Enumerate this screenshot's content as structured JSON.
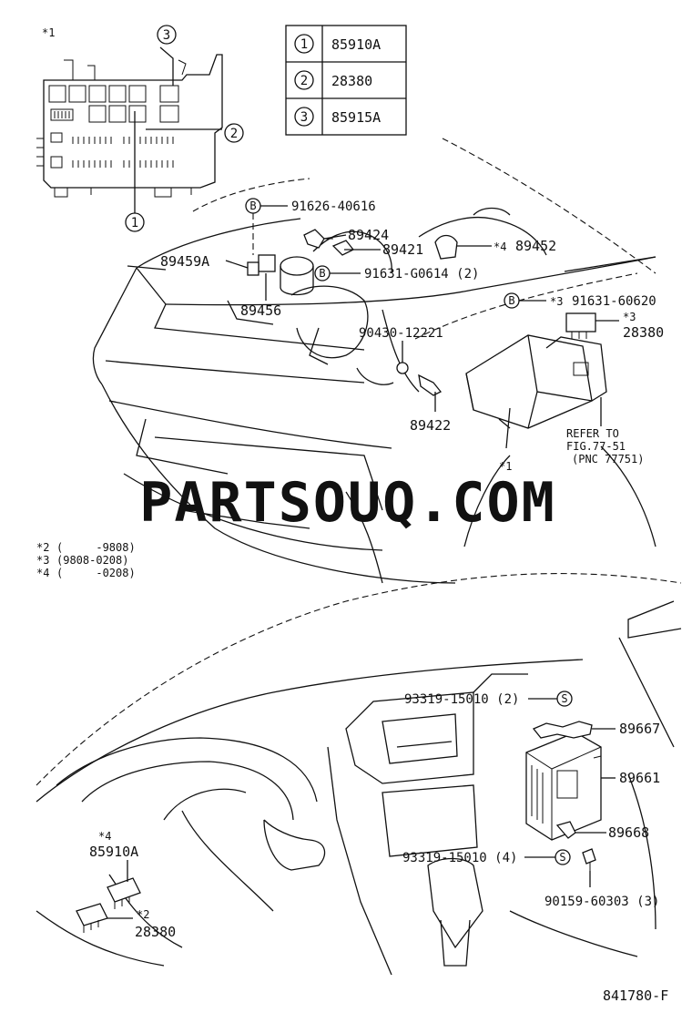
{
  "diagram_code": "841780-F",
  "watermark": "PARTSOUQ.COM",
  "legend": [
    {
      "num": "1",
      "part": "85910A"
    },
    {
      "num": "2",
      "part": "28380"
    },
    {
      "num": "3",
      "part": "85915A"
    }
  ],
  "inset": {
    "star": "*1",
    "callouts": [
      "1",
      "2",
      "3"
    ]
  },
  "notes": [
    {
      "mark": "*2",
      "range": "(     -9808)"
    },
    {
      "mark": "*3",
      "range": "(9808-0208)"
    },
    {
      "mark": "*4",
      "range": "(     -0208)"
    }
  ],
  "labels": {
    "p91626": "91626-40616",
    "p89424": "89424",
    "p89421": "89421",
    "p89452_star": "*4",
    "p89452": "89452",
    "p89459A": "89459A",
    "p91631a": "91631-G0614 (2)",
    "p91631b_star": "*3",
    "p91631b": "91631-60620",
    "p28380_star": "*3",
    "p28380": "28380",
    "p89456": "89456",
    "p90430": "90430-12221",
    "p89422": "89422",
    "refer1": "REFER TO",
    "refer2": "FIG.77-51",
    "refer3": "(PNC 77751)",
    "star1": "*1",
    "p93319a": "93319-15010 (2)",
    "p89667": "89667",
    "p89661": "89661",
    "p89668": "89668",
    "p93319b": "93319-15010 (4)",
    "p90159": "90159-60303 (3)",
    "p85910A_star": "*4",
    "p85910A": "85910A",
    "p28380b_star": "*2",
    "p28380b": "28380"
  },
  "bolt_markers": {
    "b1": "B",
    "b2": "B",
    "b3": "B",
    "s1": "S",
    "s2": "S"
  }
}
